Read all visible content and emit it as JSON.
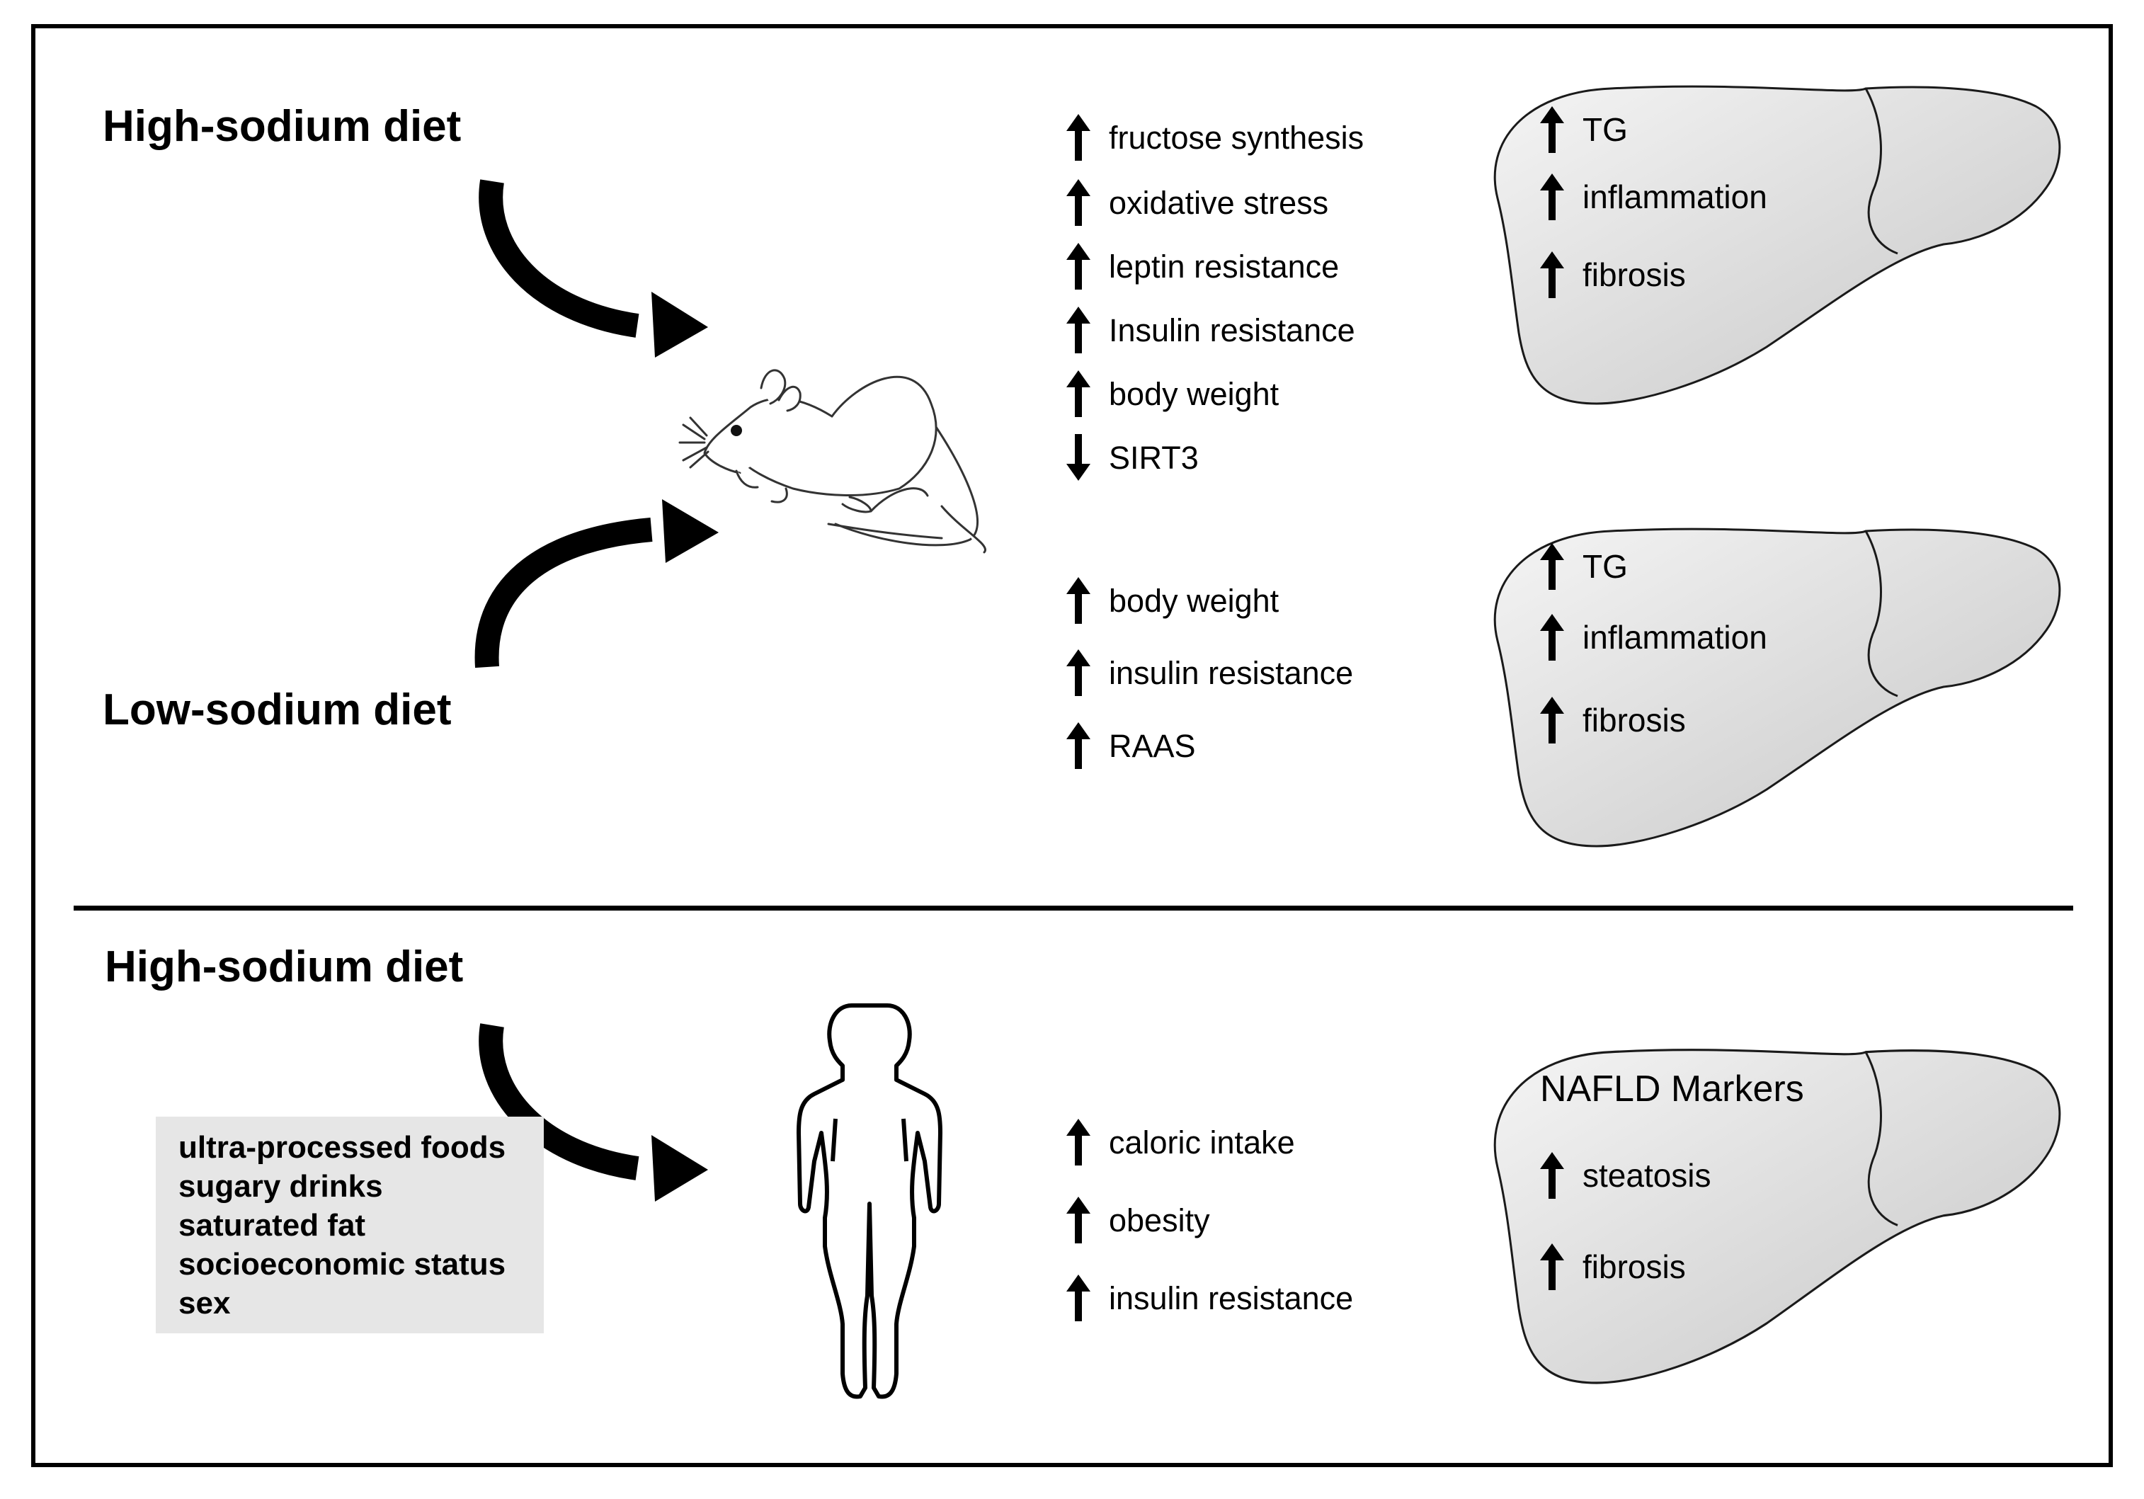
{
  "colors": {
    "liver_fill_light": "#f4f4f4",
    "liver_fill_dark": "#c8c8c8",
    "factor_box": "#e6e6e6"
  },
  "icons": [
    "curved-arrow-icon",
    "mouse-icon",
    "human-silhouette-icon",
    "liver-icon",
    "up-arrow-icon",
    "down-arrow-icon"
  ],
  "animal": {
    "high_sodium_label": "High-sodium diet",
    "low_sodium_label": "Low-sodium diet",
    "high_effects": [
      {
        "dir": "up",
        "label": "fructose synthesis"
      },
      {
        "dir": "up",
        "label": "oxidative stress"
      },
      {
        "dir": "up",
        "label": "leptin resistance"
      },
      {
        "dir": "up",
        "label": "Insulin resistance"
      },
      {
        "dir": "up",
        "label": "body weight"
      },
      {
        "dir": "down",
        "label": "SIRT3"
      }
    ],
    "low_effects": [
      {
        "dir": "up",
        "label": "body weight"
      },
      {
        "dir": "up",
        "label": "insulin resistance"
      },
      {
        "dir": "up",
        "label": "RAAS"
      }
    ],
    "liver_high": [
      "TG",
      "inflammation",
      "fibrosis"
    ],
    "liver_low": [
      "TG",
      "inflammation",
      "fibrosis"
    ]
  },
  "human": {
    "high_sodium_label": "High-sodium diet",
    "confounders": [
      "ultra-processed foods",
      "sugary drinks",
      "saturated fat",
      "socioeconomic status",
      "sex"
    ],
    "effects": [
      {
        "dir": "up",
        "label": "caloric intake"
      },
      {
        "dir": "up",
        "label": "obesity"
      },
      {
        "dir": "up",
        "label": "insulin resistance"
      }
    ],
    "liver_title": "NAFLD Markers",
    "liver_markers": [
      "steatosis",
      "fibrosis"
    ]
  }
}
